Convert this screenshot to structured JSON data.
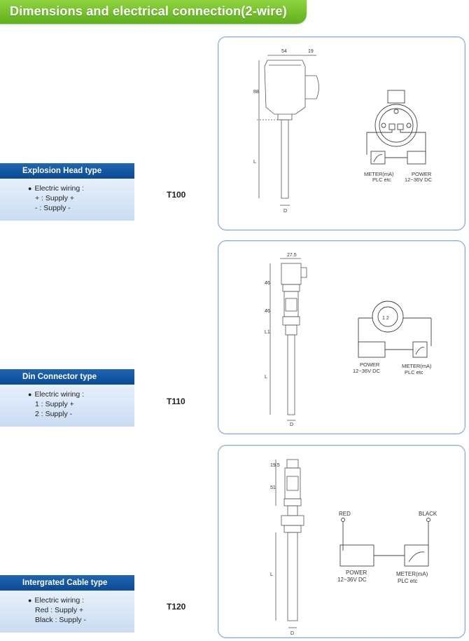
{
  "header": {
    "title": "Dimensions and electrical connection(2-wire)"
  },
  "sections": [
    {
      "type_label": "Explosion Head type",
      "wiring_title": "Electric wiring :",
      "wiring_lines": [
        "+ : Supply +",
        "- : Supply -"
      ],
      "model": "T100",
      "dims": {
        "width": "54",
        "side": "19",
        "height": "88",
        "length": "L",
        "dia": "D"
      },
      "meter_label": "METER(mA)",
      "meter_sub": "PLC etc",
      "power_label": "POWER",
      "power_sub": "12~36V DC"
    },
    {
      "type_label": "Din Connector type",
      "wiring_title": "Electric wiring :",
      "wiring_lines": [
        "1 : Supply +",
        "2 : Supply -"
      ],
      "model": "T110",
      "dims": {
        "width": "27.5",
        "h1": "46",
        "h2": "46",
        "l1": "L1",
        "length": "L",
        "dia": "D"
      },
      "power_label": "POWER",
      "power_sub": "12~36V DC",
      "meter_label": "METER(mA)",
      "meter_sub": "PLC etc"
    },
    {
      "type_label": "Intergrated Cable type",
      "wiring_title": "Electric wiring :",
      "wiring_lines": [
        "Red : Supply +",
        "Black : Supply -"
      ],
      "model": "T120",
      "dims": {
        "top": "19.5",
        "h1": "51",
        "length": "L",
        "dia": "D"
      },
      "red_label": "RED",
      "black_label": "BLACK",
      "power_label": "POWER",
      "power_sub": "12~36V DC",
      "meter_label": "METER(mA)",
      "meter_sub": "PLC etc"
    }
  ]
}
